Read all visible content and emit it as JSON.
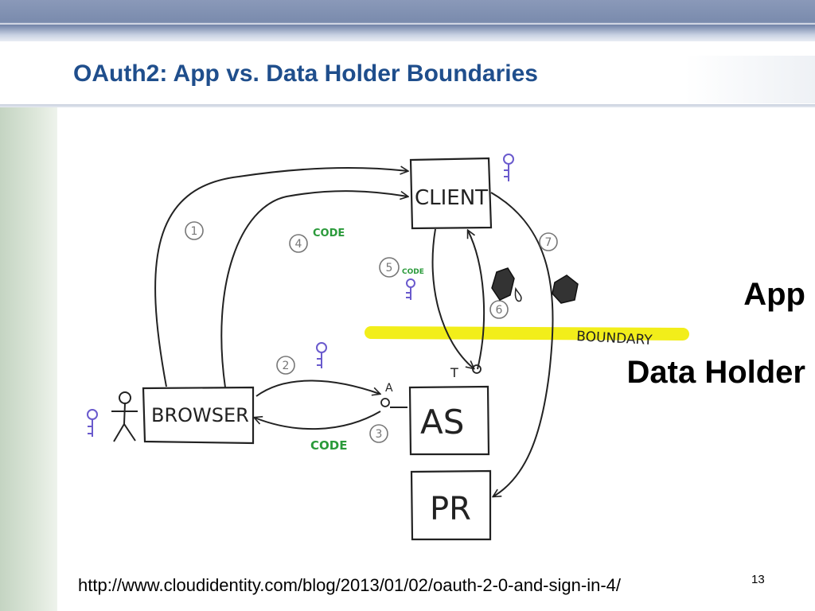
{
  "slide": {
    "title": "OAuth2:  App vs. Data Holder Boundaries",
    "side_labels": {
      "app": "App",
      "data_holder": "Data Holder"
    },
    "source_url": "http://www.cloudidentity.com/blog/2013/01/02/oauth-2-0-and-sign-in-4/",
    "page_number": "13"
  },
  "diagram": {
    "boxes": {
      "client": "CLIENT",
      "browser": "BROWSER",
      "as": "AS",
      "pr": "PR"
    },
    "steps": [
      "1",
      "2",
      "3",
      "4",
      "5",
      "6",
      "7"
    ],
    "code_labels": {
      "step4": "CODE",
      "step5": "CODE",
      "step3": "CODE"
    },
    "boundary_label": "BOUNDARY",
    "key_letters": {
      "as_key": "A",
      "token": "T"
    },
    "colors": {
      "boundary": "#f2ee1a",
      "code": "#2a9a3a",
      "key": "#6a5acd",
      "ink": "#222222"
    }
  }
}
